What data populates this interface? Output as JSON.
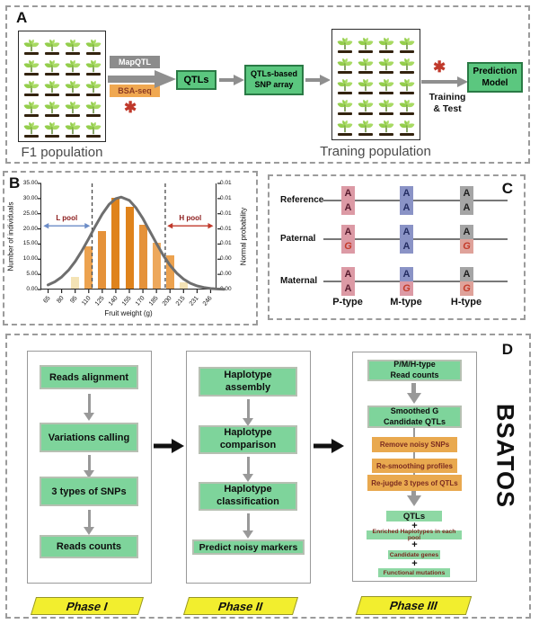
{
  "panelA": {
    "label": "A",
    "f1_label": "F1 population",
    "mapqtl": "MapQTL",
    "bsaseq": "BSA-seq",
    "qtls": "QTLs",
    "snp_array": "QTLs-based\nSNP array",
    "training_label": "Traning population",
    "training_test": "Training\n& Test",
    "prediction": "Prediction\nModel",
    "star": "✱"
  },
  "panelB": {
    "label": "B"
  },
  "chart_data": {
    "type": "bar",
    "xlabel": "Fruit weight (g)",
    "ylabel_left": "Number of individuals",
    "ylabel_right": "Normal probability",
    "categories": [
      "65",
      "80",
      "95",
      "110",
      "125",
      "140",
      "155",
      "170",
      "185",
      "200",
      "215",
      "231",
      "246"
    ],
    "values": [
      0,
      0,
      4,
      14,
      19,
      30,
      27,
      21,
      15,
      11,
      2,
      0,
      0
    ],
    "bar_colors": [
      null,
      null,
      "#f4e3b5",
      "#eca24f",
      "#e5923a",
      "#df831c",
      "#df831c",
      "#e5923a",
      "#eda85c",
      "#eca24f",
      "#f4e3b5",
      null,
      null
    ],
    "ylim_left": [
      0,
      35
    ],
    "yticks_left": [
      "35.00",
      "30.00",
      "25.00",
      "20.00",
      "15.00",
      "10.00",
      "5.00",
      "0.00"
    ],
    "yticks_right": [
      "0.01",
      "0.01",
      "0.01",
      "0.01",
      "0.01",
      "0.00",
      "0.00",
      "0.00"
    ],
    "dashed_slots": [
      3.25,
      8.65
    ],
    "pools": [
      {
        "label": "L pool",
        "from_slot": -0.35,
        "to_slot": 3.1,
        "y_value": 21,
        "arrow_color": "#6b8cc7",
        "label_color": "#8b1a1a"
      },
      {
        "label": "H pool",
        "from_slot": 8.8,
        "to_slot": 12.2,
        "y_value": 21,
        "arrow_color": "#c0392b",
        "label_color": "#8b1a1a"
      }
    ],
    "curve": [
      [
        0,
        1.5
      ],
      [
        0.5,
        2.55
      ],
      [
        1,
        4.13
      ],
      [
        1.5,
        6.34
      ],
      [
        2,
        9.24
      ],
      [
        2.5,
        12.79
      ],
      [
        3,
        16.82
      ],
      [
        3.5,
        21.0
      ],
      [
        4,
        24.9
      ],
      [
        4.5,
        28.05
      ],
      [
        5,
        30.0
      ],
      [
        5.4,
        30.5
      ],
      [
        6,
        29.4
      ],
      [
        6.5,
        26.9
      ],
      [
        7,
        23.4
      ],
      [
        7.5,
        19.3
      ],
      [
        8,
        15.2
      ],
      [
        8.5,
        11.3
      ],
      [
        9,
        8.0
      ],
      [
        9.5,
        5.37
      ],
      [
        10,
        3.43
      ],
      [
        10.5,
        2.08
      ],
      [
        11,
        1.2
      ],
      [
        11.5,
        0.68
      ],
      [
        12,
        0.34
      ],
      [
        12.5,
        0.17
      ],
      [
        13,
        0.08
      ]
    ]
  },
  "panelC": {
    "label": "C",
    "rows": [
      "Reference",
      "Paternal",
      "Maternal"
    ],
    "cols": [
      "P-type",
      "M-type",
      "H-type"
    ],
    "grid": [
      [
        {
          "top": {
            "ch": "A",
            "bg": "#dc9aa5",
            "fg": "#571b2e",
            "fs": "normal"
          },
          "bottom": {
            "ch": "A",
            "bg": "#dc9aa5",
            "fg": "#571b2e",
            "fs": "normal"
          }
        },
        {
          "top": {
            "ch": "A",
            "bg": "#8a93c6",
            "fg": "#252e63",
            "fs": "normal"
          },
          "bottom": {
            "ch": "A",
            "bg": "#8a93c6",
            "fg": "#252e63",
            "fs": "normal"
          }
        },
        {
          "top": {
            "ch": "A",
            "bg": "#a5a5a5",
            "fg": "#1f1f1f",
            "fs": "normal"
          },
          "bottom": {
            "ch": "A",
            "bg": "#a5a5a5",
            "fg": "#1f1f1f",
            "fs": "normal"
          }
        }
      ],
      [
        {
          "top": {
            "ch": "A",
            "bg": "#dc9aa5",
            "fg": "#571b2e",
            "fs": "normal"
          },
          "bottom": {
            "ch": "G",
            "bg": "#dc9aa5",
            "fg": "#c43b2a",
            "fs": "italic"
          }
        },
        {
          "top": {
            "ch": "A",
            "bg": "#8a93c6",
            "fg": "#252e63",
            "fs": "normal"
          },
          "bottom": {
            "ch": "A",
            "bg": "#8a93c6",
            "fg": "#252e63",
            "fs": "normal"
          }
        },
        {
          "top": {
            "ch": "A",
            "bg": "#a5a5a5",
            "fg": "#1f1f1f",
            "fs": "normal"
          },
          "bottom": {
            "ch": "G",
            "bg": "#dfa29a",
            "fg": "#c43b2a",
            "fs": "italic"
          }
        }
      ],
      [
        {
          "top": {
            "ch": "A",
            "bg": "#dc9aa5",
            "fg": "#571b2e",
            "fs": "normal"
          },
          "bottom": {
            "ch": "A",
            "bg": "#dc9aa5",
            "fg": "#571b2e",
            "fs": "normal"
          }
        },
        {
          "top": {
            "ch": "A",
            "bg": "#8a93c6",
            "fg": "#252e63",
            "fs": "normal"
          },
          "bottom": {
            "ch": "G",
            "bg": "#dc9aa5",
            "fg": "#c43b2a",
            "fs": "italic"
          }
        },
        {
          "top": {
            "ch": "A",
            "bg": "#a5a5a5",
            "fg": "#1f1f1f",
            "fs": "normal"
          },
          "bottom": {
            "ch": "G",
            "bg": "#dfa29a",
            "fg": "#c43b2a",
            "fs": "italic"
          }
        }
      ]
    ]
  },
  "panelD": {
    "label": "D",
    "bsatos": "BSATOS",
    "plus": "+",
    "phase1": {
      "title": "Phase I",
      "steps": [
        "Reads alignment",
        "Variations calling",
        "3 types of SNPs",
        "Reads counts"
      ]
    },
    "phase2": {
      "title": "Phase II",
      "steps": [
        "Haplotype\nassembly",
        "Haplotype\ncomparison",
        "Haplotype\nclassification",
        "Predict noisy markers"
      ]
    },
    "phase3": {
      "title": "Phase III",
      "green_steps": [
        "P/M/H-type\nRead counts",
        "Smoothed G\nCandidate QTLs"
      ],
      "orange_steps": [
        "Remove noisy SNPs",
        "Re-smoothing profiles",
        "Re-jugde 3 types of QTLs"
      ],
      "results": [
        "QTLs",
        "Enriched Haplotypes in each pool",
        "Candidate genes",
        "Functional mutations"
      ]
    }
  },
  "colors": {
    "green_box": "#5bc77f",
    "green_border": "#2a7a45",
    "panelD_green": "#7ed49b",
    "orange_box": "#e9a94f",
    "yellow_tag": "#f2ee2e",
    "gray_arrow": "#8f8f8f",
    "star_red": "#c0392b",
    "curve_gray": "#6e6e6e"
  }
}
